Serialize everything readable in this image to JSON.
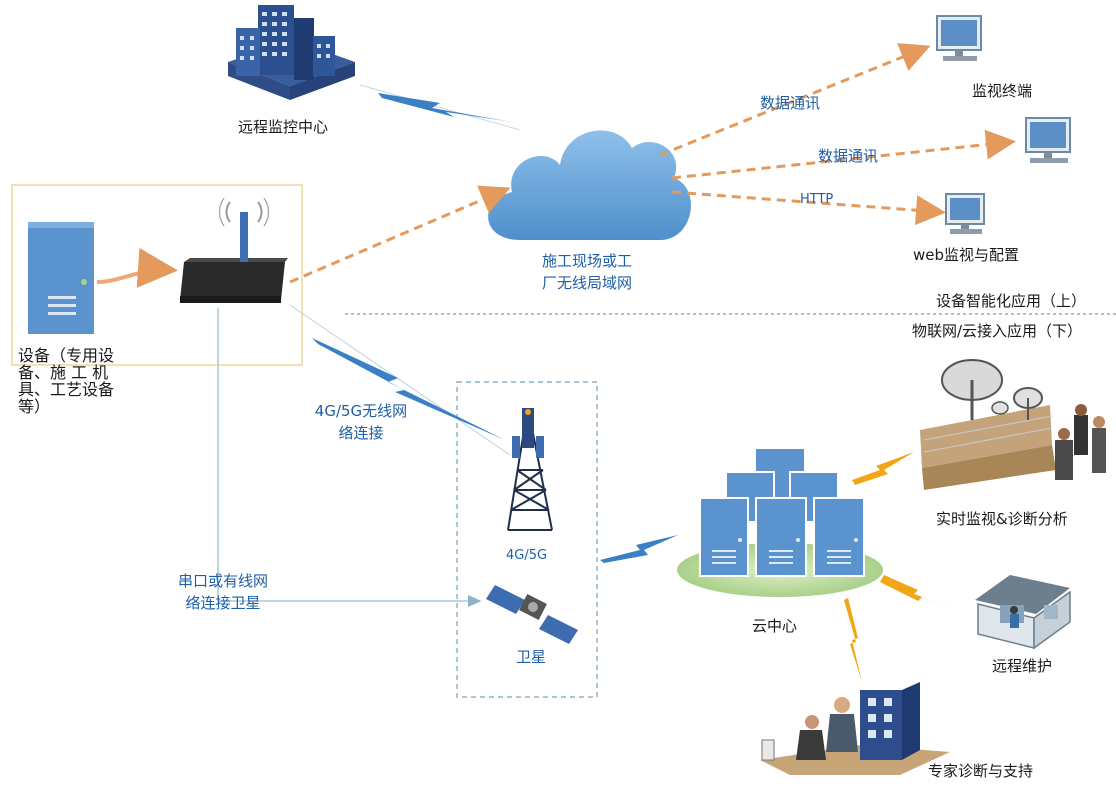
{
  "labels": {
    "remote_center": "远程监控中心",
    "monitor_terminal": "监视终端",
    "data_comm_1": "数据通讯",
    "data_comm_2": "数据通讯",
    "http": "HTTP",
    "web_monitor": "web监视与配置",
    "site_lan_line1": "施工现场或工",
    "site_lan_line2": "厂无线局域网",
    "device_desc": "设备（专用设备、施 工 机具、工艺设备等）",
    "app_upper": "设备智能化应用（上）",
    "app_lower": "物联网/云接入应用（下）",
    "wireless_line1": "4G/5G无线网",
    "wireless_line2": "络连接",
    "tower": "4G/5G",
    "serial_line1": "串口或有线网",
    "serial_line2": "络连接卫星",
    "satellite": "卫星",
    "cloud_center": "云中心",
    "realtime": "实时监视&诊断分析",
    "remote_maint": "远程维护",
    "expert": "专家诊断与支持"
  },
  "colors": {
    "dashed_orange": "#e39a5c",
    "bolt_blue": "#3b7fc4",
    "bolt_orange": "#f2a516",
    "server_blue": "#5b93cf",
    "cloud_blue": "#6aa6db",
    "text_blue": "#1f5fa8"
  }
}
